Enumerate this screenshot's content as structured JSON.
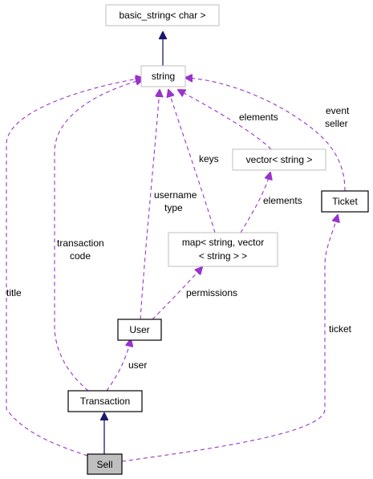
{
  "nodes": {
    "basic_string": "basic_string< char >",
    "string": "string",
    "vector": "vector< string >",
    "ticket": "Ticket",
    "map_line1": "map< string, vector",
    "map_line2": "< string > >",
    "user": "User",
    "transaction": "Transaction",
    "sell": "Sell"
  },
  "edge_labels": {
    "elements_vector_string": "elements",
    "event": "event",
    "seller": "seller",
    "keys": "keys",
    "elements_map_vector": "elements",
    "username": "username",
    "type": "type",
    "transaction": "transaction",
    "code": "code",
    "permissions": "permissions",
    "title": "title",
    "ticket": "ticket",
    "user": "user"
  },
  "colors": {
    "dependency": "#9a32cd",
    "inheritance": "#191970",
    "focus_fill": "#bfbfbf"
  }
}
